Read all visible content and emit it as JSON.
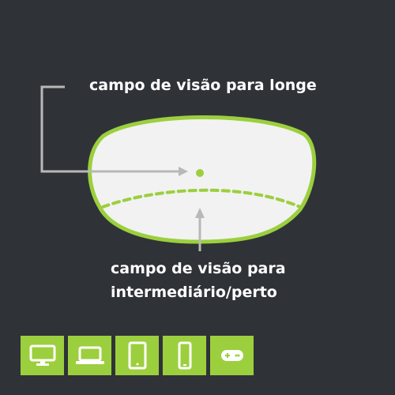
{
  "labels": {
    "far_field": "campo de visão para longe",
    "near_field_line1": "campo de visão para",
    "near_field_line2": "intermediário/perto"
  },
  "icons": [
    "monitor-icon",
    "laptop-icon",
    "tablet-icon",
    "phone-icon",
    "gamepad-icon"
  ],
  "colors": {
    "background": "#2f3338",
    "lens_outline": "#9ccf3d",
    "lens_fill": "#f2f2f2",
    "arrow": "#b8b8b8",
    "icon_tile": "#9ccf3d",
    "text": "#ffffff"
  }
}
